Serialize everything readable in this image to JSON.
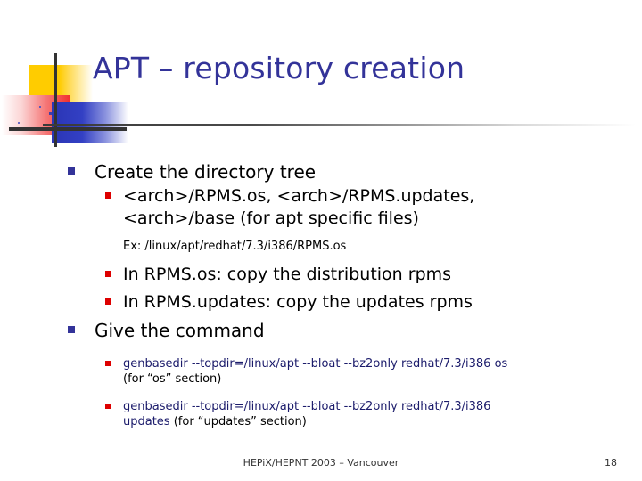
{
  "slide": {
    "title": "APT – repository creation",
    "title_color": "#333399",
    "accent_bullet_level1_color": "#333399",
    "accent_bullet_level2_color": "#DD0000",
    "command_text_color": "#1b1b6b"
  },
  "logo": {
    "yellow_color": "#FFCC00",
    "red_color": "#F23030",
    "blue_color": "#2A35B5",
    "line_color": "#333333"
  },
  "body": {
    "section1": {
      "heading": "Create the directory tree",
      "sub1_line1": "<arch>/RPMS.os, <arch>/RPMS.updates,",
      "sub1_line2": "<arch>/base (for apt specific files)",
      "example": "Ex: /linux/apt/redhat/7.3/i386/RPMS.os",
      "sub2": "In RPMS.os: copy the distribution rpms",
      "sub3": "In RPMS.updates: copy the updates rpms"
    },
    "section2": {
      "heading": "Give the command",
      "command1": "genbasedir --topdir=/linux/apt --bloat --bz2only redhat/7.3/i386 os",
      "command1_note": "(for “os” section)",
      "command2": "genbasedir --topdir=/linux/apt --bloat --bz2only redhat/7.3/i386",
      "command2_cont": "updates",
      "command2_note": "(for “updates” section)"
    }
  },
  "footer": {
    "conference": "HEPiX/HEPNT 2003 – Vancouver",
    "page_number": "18"
  }
}
